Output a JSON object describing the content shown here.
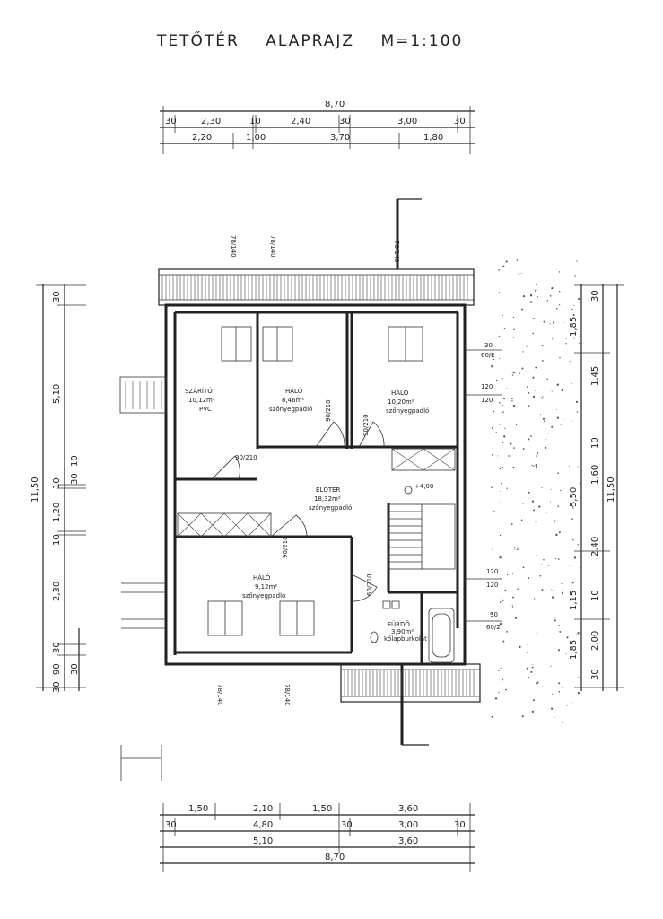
{
  "title": {
    "part1": "TETŐTÉR",
    "part2": "ALAPRAJZ",
    "part3": "M=1:100"
  },
  "top_dims": {
    "overall": "8,70",
    "row1": [
      "30",
      "2,30",
      "10",
      "2,40",
      "30",
      "3,00",
      "30"
    ],
    "row2": [
      "2,20",
      "1,00",
      "3,70",
      "1,80"
    ]
  },
  "bottom_dims": {
    "row1": [
      "1,50",
      "2,10",
      "1,50",
      "3,60"
    ],
    "row2": [
      "30",
      "4,80",
      "30",
      "3,00",
      "30"
    ],
    "row3": [
      "5,10",
      "3,60"
    ],
    "overall": "8,70"
  },
  "left_dims": {
    "overall": "11,50",
    "parts": [
      "30",
      "5,10",
      "10",
      "1,20",
      "10",
      "2,30",
      "30",
      "90",
      "30"
    ],
    "side": [
      "30",
      "10",
      "30"
    ]
  },
  "right_dims": {
    "overall": "11,50",
    "outer": [
      "1,85",
      "5,50",
      "1,15",
      "1,85"
    ],
    "inner": [
      "30",
      "1,45",
      "10",
      "1,60",
      "2,40",
      "10",
      "2,00",
      "30"
    ]
  },
  "rooms": [
    {
      "name": "SZÁRÍTÓ",
      "area": "10,12m²",
      "floor": "PVC"
    },
    {
      "name": "HÁLÓ",
      "area": "8,46m²",
      "floor": "szőnyegpadló"
    },
    {
      "name": "HÁLÓ",
      "area": "10,20m²",
      "floor": "szőnyegpadló"
    },
    {
      "name": "ELŐTÉR",
      "area": "18,32m²",
      "floor": "szőnyegpadló"
    },
    {
      "name": "HÁLÓ",
      "area": "9,12m²",
      "floor": "szőnyegpadló"
    },
    {
      "name": "FÜRDŐ",
      "area": "3,90m²",
      "floor": "kőlapburkolat"
    }
  ],
  "door_labels": [
    "90/210",
    "90/210",
    "90/210",
    "90/210",
    "60/210"
  ],
  "window_labels": [
    "78/140",
    "78/140",
    "78/140",
    "78/140",
    "78/140"
  ],
  "height_label": "+4,00",
  "side_window_labels": [
    "30",
    "60/2",
    "120",
    "120",
    "120",
    "120",
    "90",
    "60/2"
  ]
}
